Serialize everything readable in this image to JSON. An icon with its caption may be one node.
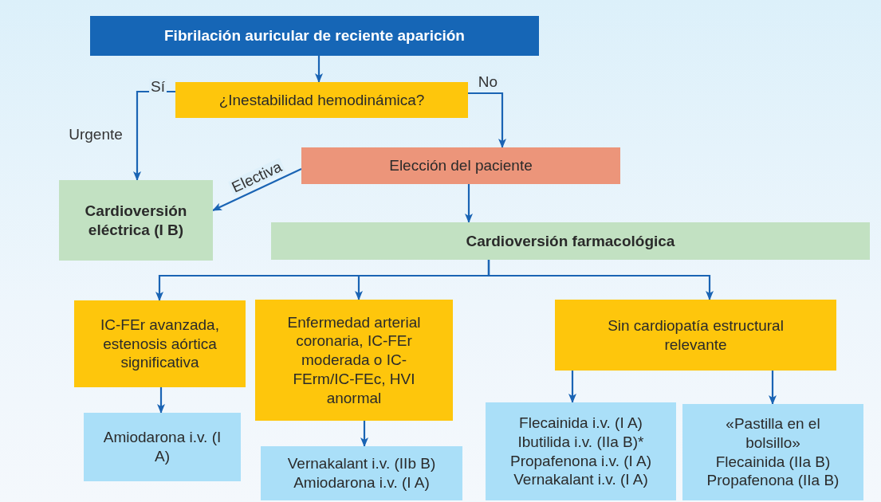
{
  "diagram": {
    "nodes": [
      {
        "text": [
          "Fibrilación auricular de reciente aparición"
        ]
      },
      {
        "text": [
          "¿Inestabilidad hemodinámica?"
        ]
      },
      {
        "text": [
          "Elección del paciente"
        ]
      },
      {
        "text": [
          "Cardioversión eléctrica (I B)"
        ]
      },
      {
        "text": [
          "Cardioversión farmacológica"
        ]
      },
      {
        "text": [
          "IC-FEr avanzada, estenosis aórtica significativa"
        ]
      },
      {
        "text": [
          "Enfermedad arterial coronaria, IC-FEr moderada o IC-FErm/IC-FEc, HVI anormal"
        ]
      },
      {
        "text": [
          "Sin cardiopatía estructural relevante"
        ]
      },
      {
        "text": [
          "Amiodarona i.v. (I A)"
        ]
      },
      {
        "text": [
          "Vernakalant i.v. (IIb B)",
          "Amiodarona i.v. (I A)"
        ]
      },
      {
        "text": [
          "Flecainida i.v. (I A)",
          "Ibutilida i.v. (IIa B)*",
          "Propafenona i.v. (I A)",
          "Vernakalant i.v. (I A)"
        ]
      },
      {
        "text": [
          "«Pastilla en el bolsillo»",
          "Flecainida (IIa B)",
          "Propafenona (IIa B)"
        ]
      }
    ],
    "edges": [
      {
        "from": 0,
        "to": 1,
        "arrow": "to"
      },
      {
        "from": 1,
        "to": 3,
        "arrow": "to",
        "label": "Sí"
      },
      {
        "from": 1,
        "to": 2,
        "arrow": "to",
        "label": "No"
      },
      {
        "from": 2,
        "to": 3,
        "arrow": "to",
        "label": "Electiva"
      },
      {
        "from": 2,
        "to": 4,
        "arrow": "to"
      },
      {
        "from": 4,
        "to": 5,
        "arrow": "to"
      },
      {
        "from": 4,
        "to": 6,
        "arrow": "to"
      },
      {
        "from": 4,
        "to": 7,
        "arrow": "to"
      },
      {
        "from": 5,
        "to": 8,
        "arrow": "to"
      },
      {
        "from": 6,
        "to": 9,
        "arrow": "to"
      },
      {
        "from": 7,
        "to": 10,
        "arrow": "to"
      },
      {
        "from": 7,
        "to": 11,
        "arrow": "to"
      }
    ],
    "labels": [
      "Urgente"
    ]
  }
}
